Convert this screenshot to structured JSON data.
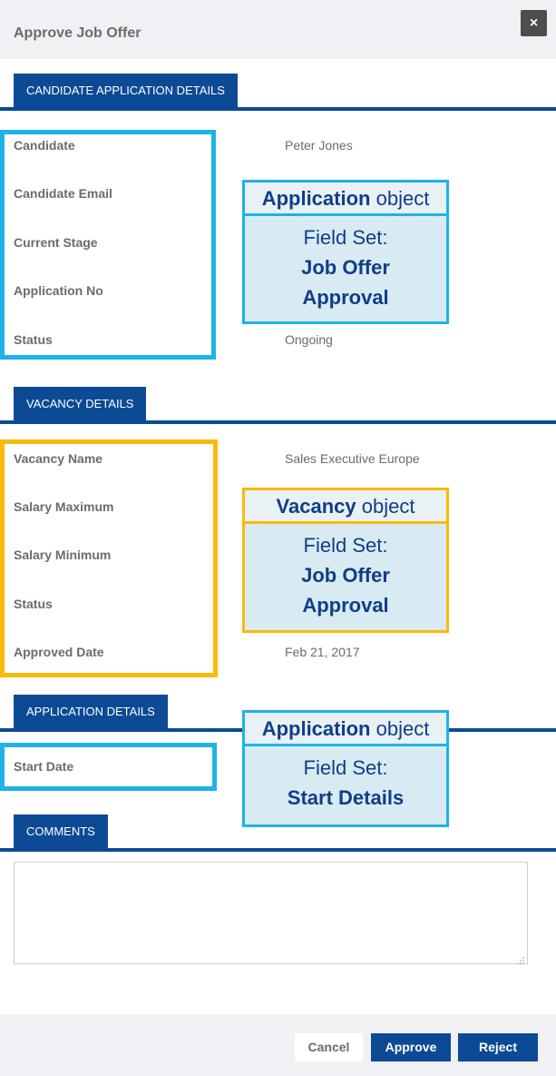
{
  "dialog": {
    "title": "Approve Job Offer",
    "close_label": "×"
  },
  "sections": {
    "candidate": {
      "tab_label": "CANDIDATE APPLICATION DETAILS",
      "fields": [
        {
          "label": "Candidate",
          "value": "Peter Jones"
        },
        {
          "label": "Candidate Email",
          "value": ""
        },
        {
          "label": "Current Stage",
          "value": ""
        },
        {
          "label": "Application No",
          "value": ""
        },
        {
          "label": "Status",
          "value": "Ongoing"
        }
      ]
    },
    "vacancy": {
      "tab_label": "VACANCY DETAILS",
      "fields": [
        {
          "label": "Vacancy Name",
          "value": "Sales Executive Europe"
        },
        {
          "label": "Salary Maximum",
          "value": ""
        },
        {
          "label": "Salary Minimum",
          "value": ""
        },
        {
          "label": "Status",
          "value": ""
        },
        {
          "label": "Approved Date",
          "value": "Feb 21, 2017"
        }
      ]
    },
    "application": {
      "tab_label": "APPLICATION DETAILS",
      "fields": [
        {
          "label": "Start Date",
          "value": ""
        }
      ]
    },
    "comments": {
      "tab_label": "COMMENTS",
      "value": ""
    }
  },
  "callouts": [
    {
      "object_name": "Application",
      "object_suffix": "object",
      "field_set_label": "Field Set:",
      "field_set_name_1": "Job Offer",
      "field_set_name_2": "Approval"
    },
    {
      "object_name": "Vacancy",
      "object_suffix": "object",
      "field_set_label": "Field Set:",
      "field_set_name_1": "Job Offer",
      "field_set_name_2": "Approval"
    },
    {
      "object_name": "Application",
      "object_suffix": "object",
      "field_set_label": "Field Set:",
      "field_set_name_1": "Start Details",
      "field_set_name_2": ""
    }
  ],
  "footer": {
    "cancel_label": "Cancel",
    "approve_label": "Approve",
    "reject_label": "Reject"
  },
  "colors": {
    "primary": "#0c4a96",
    "highlight_blue": "#1fb2e8",
    "highlight_yellow": "#f9bb0a",
    "header_bg": "#f0f1f4"
  }
}
